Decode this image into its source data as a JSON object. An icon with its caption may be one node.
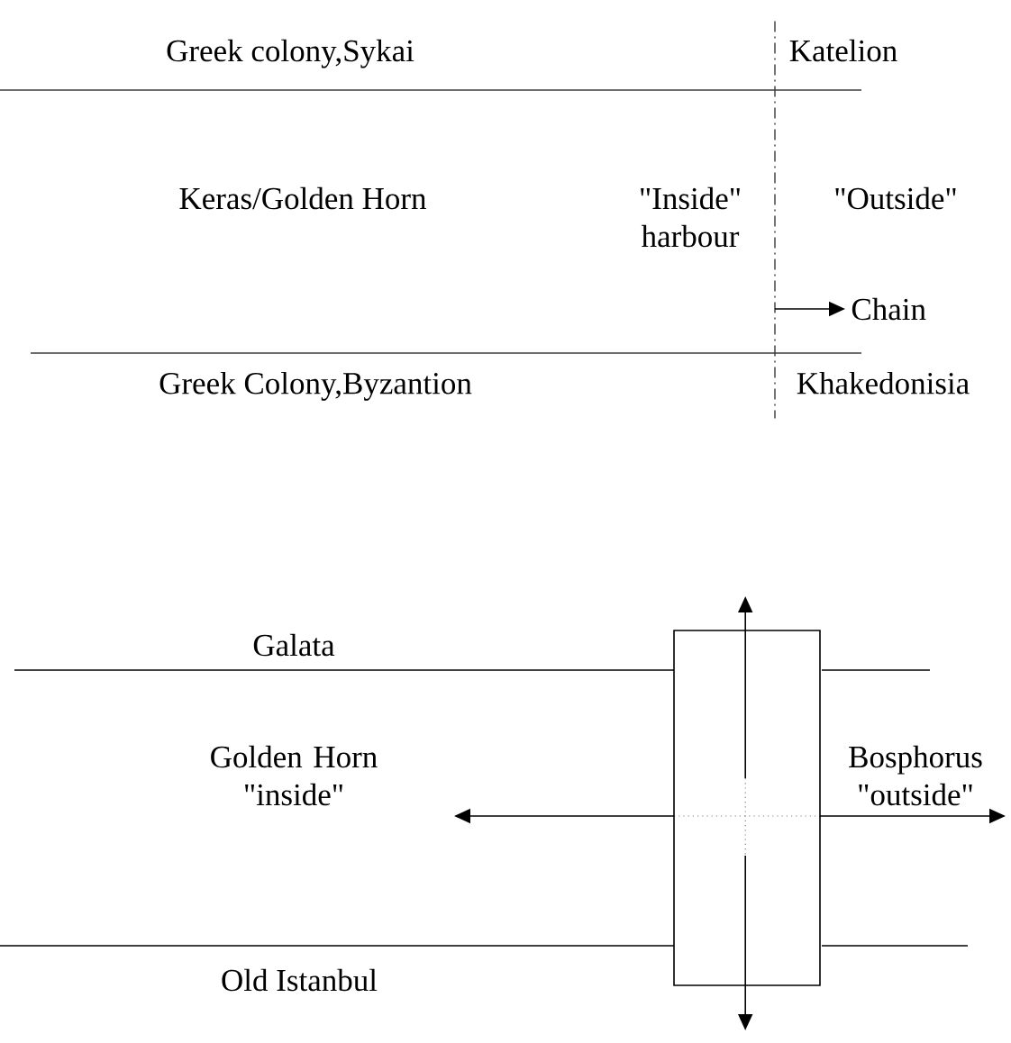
{
  "diagram": {
    "nodes": [
      {
        "text": [],
        "shape": "line"
      },
      {
        "text": [
          "Chain"
        ]
      },
      {
        "text": [],
        "shape": "box"
      }
    ],
    "edges": [
      {
        "from": 0,
        "to": 1,
        "arrow": "to"
      }
    ],
    "labels": [
      "Greek colony,Sykai",
      "Katelion",
      "Keras/Golden Horn",
      "\"Inside\" harbour",
      "\"Outside\"",
      "Greek Colony,Byzantion",
      "Khakedonisia",
      "Galata",
      "Golden Horn \"inside\"",
      "Bosphorus \"outside\"",
      "Old Istanbul"
    ]
  }
}
